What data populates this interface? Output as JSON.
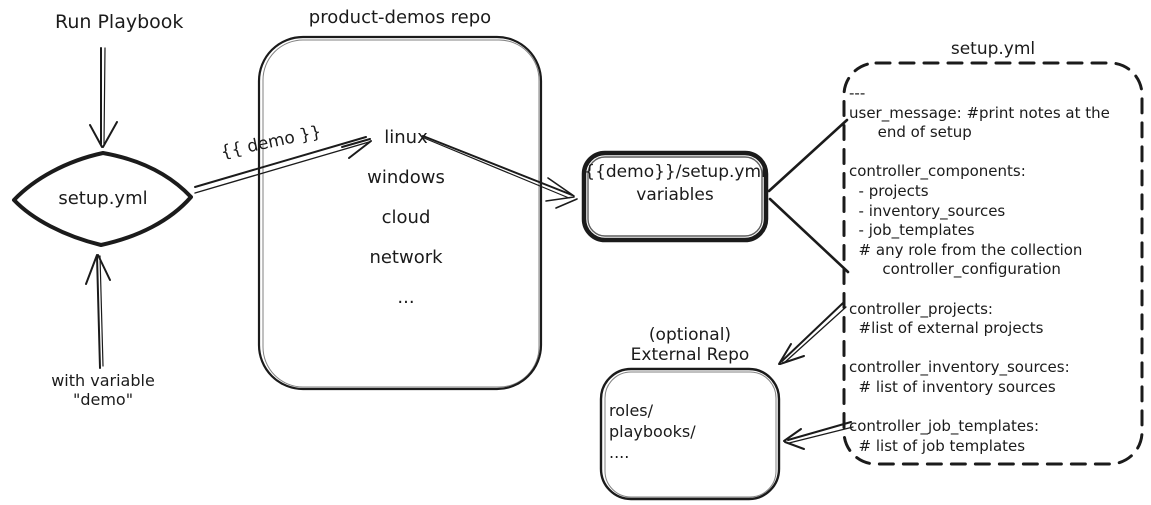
{
  "colors": {
    "ink": "#1b1b1b",
    "background": "#ffffff"
  },
  "left_flow": {
    "run_playbook_label": "Run Playbook",
    "diamond_label": "setup.yml",
    "with_variable_line1": "with variable",
    "with_variable_line2": "\"demo\""
  },
  "demo_arrow_label": "{{ demo }}",
  "repo": {
    "title": "product-demos repo",
    "items": [
      "linux",
      "windows",
      "cloud",
      "network",
      "..."
    ]
  },
  "variables_box": {
    "line1": "{{demo}}/setup.yml",
    "line2": "variables"
  },
  "setup_yml": {
    "title": "setup.yml",
    "lines": [
      "---",
      "user_message: #print notes at the",
      "      end of setup",
      "",
      "controller_components:",
      "  - projects",
      "  - inventory_sources",
      "  - job_templates",
      "  # any role from the collection",
      "       controller_configuration",
      "",
      "controller_projects:",
      "  #list of external projects",
      "",
      "controller_inventory_sources:",
      "  # list of inventory sources",
      "",
      "controller_job_templates:",
      "  # list of job templates"
    ]
  },
  "external_repo": {
    "label_line1": "(optional)",
    "label_line2": "External Repo",
    "lines": [
      "roles/",
      "playbooks/",
      "...."
    ]
  }
}
